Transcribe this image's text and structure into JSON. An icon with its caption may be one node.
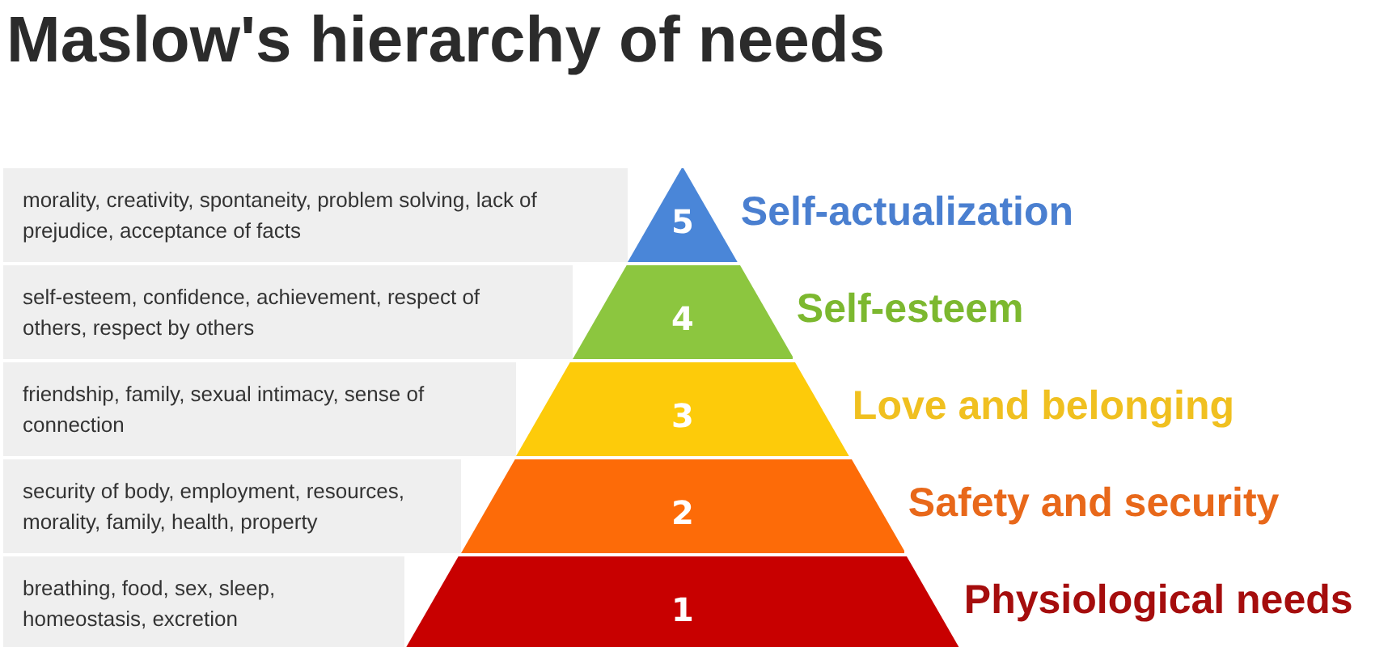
{
  "diagram": {
    "title": "Maslow's hierarchy of needs",
    "nodes": [
      {
        "text": [
          "morality, creativity, spontaneity, problem solving, lack of prejudice, acceptance of facts"
        ]
      },
      {
        "text": [
          "5"
        ],
        "beside": [
          "Self-actualization"
        ]
      },
      {
        "text": [
          "self-esteem, confidence, achievement, respect of others, respect by others"
        ]
      },
      {
        "text": [
          "4"
        ],
        "beside": [
          "Self-esteem"
        ]
      },
      {
        "text": [
          "friendship, family, sexual intimacy, sense of connection"
        ]
      },
      {
        "text": [
          "3"
        ],
        "beside": [
          "Love and belonging"
        ]
      },
      {
        "text": [
          "security of body, employment, resources, morality, family, health, property"
        ]
      },
      {
        "text": [
          "2"
        ],
        "beside": [
          "Safety and security"
        ]
      },
      {
        "text": [
          "breathing, food, sex, sleep, homeostasis, excretion"
        ]
      },
      {
        "text": [
          "1"
        ],
        "beside": [
          "Physiological needs"
        ]
      }
    ]
  }
}
